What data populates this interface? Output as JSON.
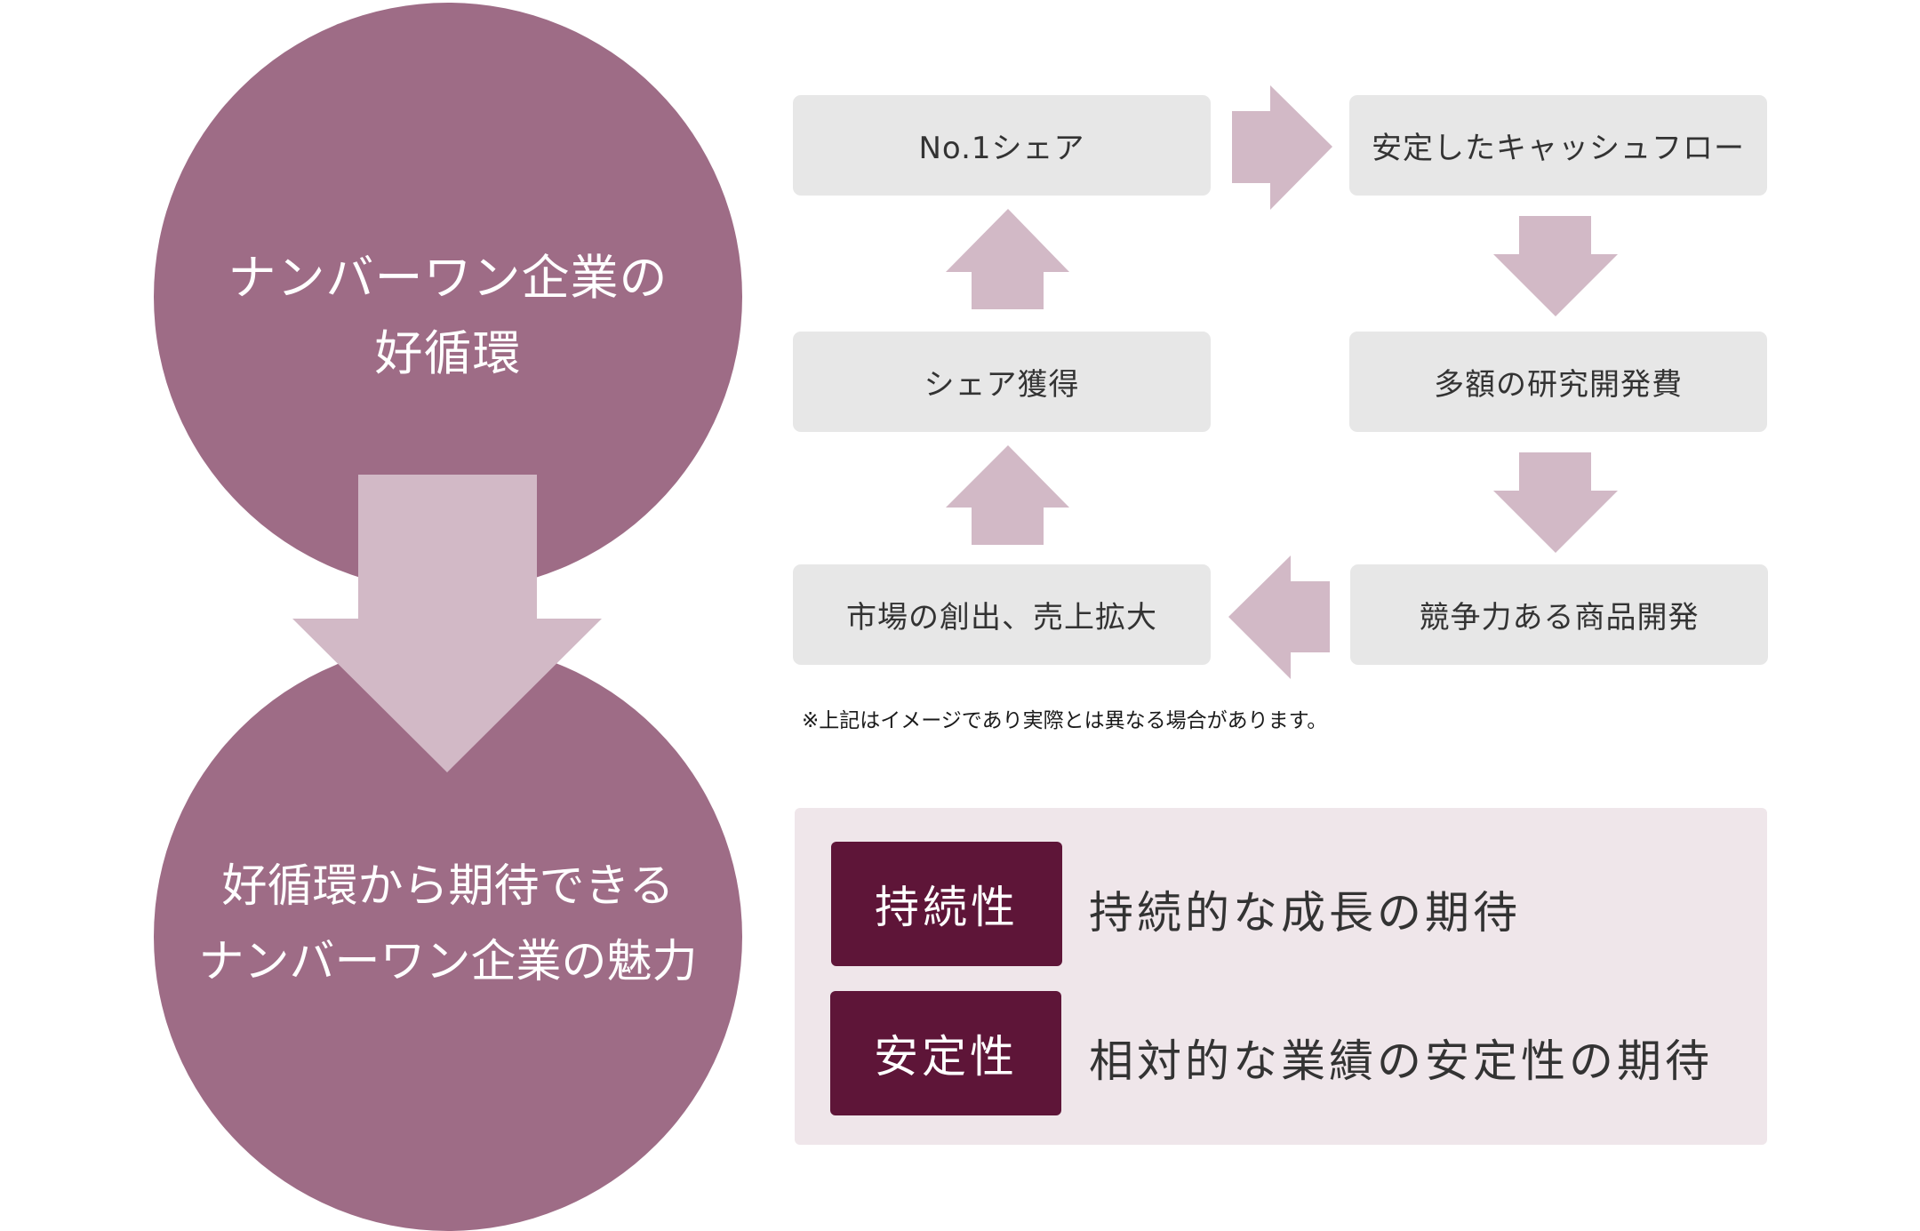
{
  "colors": {
    "circle": "#9e6c86",
    "arrow": "#d2b9c6",
    "box": "#e7e7e7",
    "box_text": "#333333",
    "panel": "#efe6ea",
    "badge": "#5e1538",
    "badge_text": "#ffffff"
  },
  "left": {
    "top_circle": {
      "line1": "ナンバーワン企業の",
      "line2": "好循環"
    },
    "bottom_circle": {
      "line1": "好循環から期待できる",
      "line2": "ナンバーワン企業の魅力"
    }
  },
  "cycle": {
    "steps": [
      {
        "label": "No.1シェア"
      },
      {
        "label": "安定したキャッシュフロー"
      },
      {
        "label": "多額の研究開発費"
      },
      {
        "label": "競争力ある商品開発"
      },
      {
        "label": "市場の創出、売上拡大"
      },
      {
        "label": "シェア獲得"
      }
    ],
    "note": "※上記はイメージであり実際とは異なる場合があります。"
  },
  "benefits": [
    {
      "badge": "持続性",
      "text": "持続的な成長の期待"
    },
    {
      "badge": "安定性",
      "text": "相対的な業績の安定性の期待"
    }
  ]
}
